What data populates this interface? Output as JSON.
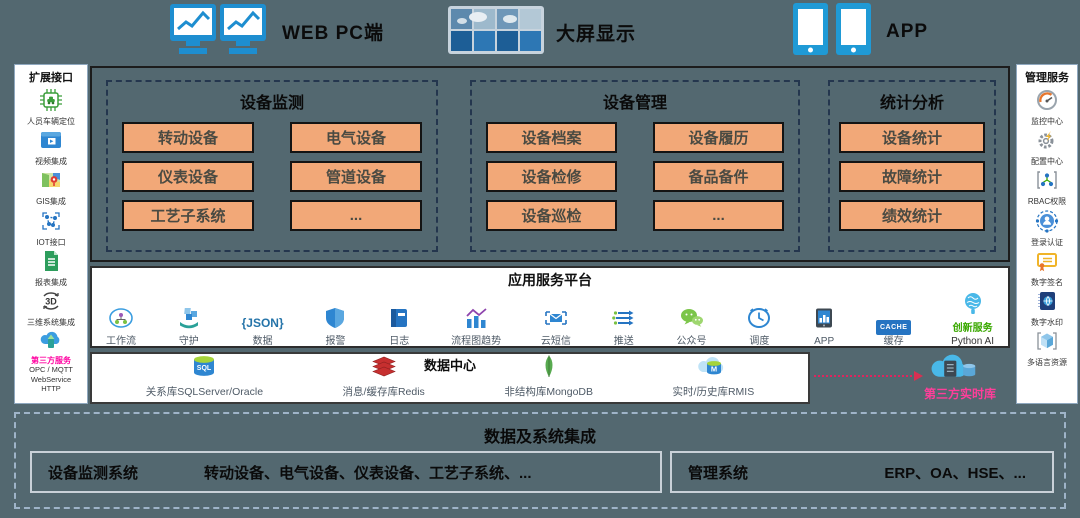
{
  "colors": {
    "background": "#536870",
    "chip_orange": "#f2a878",
    "highlight_pink": "#ff3e9a",
    "innovation_green": "#3aa800"
  },
  "top_clients": [
    {
      "label": "WEB PC端",
      "icon": "dual-monitor-icon"
    },
    {
      "label": "大屏显示",
      "icon": "video-wall-icon"
    },
    {
      "label": "APP",
      "icon": "dual-phone-icon"
    }
  ],
  "left_panel": {
    "title": "扩展接口",
    "items": [
      {
        "label": "人员车辆定位",
        "icon": "chip-vehicle-icon"
      },
      {
        "label": "视频集成",
        "icon": "video-icon"
      },
      {
        "label": "GIS集成",
        "icon": "map-icon"
      },
      {
        "label": "IOT接口",
        "icon": "iot-nodes-icon"
      },
      {
        "label": "报表集成",
        "icon": "report-icon"
      },
      {
        "label": "三维系统集成",
        "icon": "threed-icon"
      },
      {
        "label": "第三方服务",
        "lines": [
          "OPC / MQTT",
          "WebService",
          "HTTP"
        ],
        "icon": "cloud-upload-icon"
      }
    ]
  },
  "right_panel": {
    "title": "管理服务",
    "items": [
      {
        "label": "监控中心",
        "icon": "gauge-icon"
      },
      {
        "label": "配置中心",
        "icon": "gear-icon"
      },
      {
        "label": "RBAC权限",
        "icon": "hierarchy-icon"
      },
      {
        "label": "登录认证",
        "icon": "user-auth-icon"
      },
      {
        "label": "数字签名",
        "icon": "certificate-icon"
      },
      {
        "label": "数字水印",
        "icon": "watermark-icon"
      },
      {
        "label": "多语言资源",
        "icon": "cube-icon"
      }
    ]
  },
  "modules": [
    {
      "title": "设备监测",
      "items": [
        "转动设备",
        "电气设备",
        "仪表设备",
        "管道设备",
        "工艺子系统",
        "..."
      ]
    },
    {
      "title": "设备管理",
      "items": [
        "设备档案",
        "设备履历",
        "设备检修",
        "备品备件",
        "设备巡检",
        "..."
      ]
    },
    {
      "title": "统计分析",
      "items": [
        "设备统计",
        "故障统计",
        "绩效统计"
      ]
    }
  ],
  "platform": {
    "title": "应用服务平台",
    "services": [
      {
        "label": "工作流",
        "icon": "workflow-icon"
      },
      {
        "label": "守护",
        "icon": "guard-icon"
      },
      {
        "label": "数据",
        "icon_text": "{JSON}",
        "icon": "json-icon"
      },
      {
        "label": "报警",
        "icon": "shield-icon"
      },
      {
        "label": "日志",
        "icon": "log-book-icon"
      },
      {
        "label": "流程图趋势",
        "icon": "chart-trend-icon"
      },
      {
        "label": "云短信",
        "icon": "sms-icon"
      },
      {
        "label": "推送",
        "icon": "push-icon"
      },
      {
        "label": "公众号",
        "icon": "wechat-icon"
      },
      {
        "label": "调度",
        "icon": "clock-icon"
      },
      {
        "label": "APP",
        "icon": "tablet-icon"
      },
      {
        "label": "缓存",
        "icon_text": "CACHE",
        "icon": "cache-icon"
      },
      {
        "label": "创新服务",
        "label2": "Python AI",
        "icon": "ai-brain-icon"
      }
    ]
  },
  "datacenter": {
    "title": "数据中心",
    "stores": [
      {
        "label": "关系库SQLServer/Oracle",
        "icon_text": "SQL",
        "icon": "sql-db-icon"
      },
      {
        "label": "消息/缓存库Redis",
        "icon": "redis-icon"
      },
      {
        "label": "非结构库MongoDB",
        "icon": "mongodb-icon"
      },
      {
        "label": "实时/历史库RMIS",
        "icon_text": "M",
        "icon": "rmis-cloud-icon"
      }
    ],
    "external": {
      "label": "第三方实时库",
      "icon": "cloud-server-icon"
    }
  },
  "integration": {
    "title": "数据及系统集成",
    "groups": [
      {
        "name": "设备监测系统",
        "detail": "转动设备、电气设备、仪表设备、工艺子系统、..."
      },
      {
        "name": "管理系统",
        "detail": "ERP、OA、HSE、..."
      }
    ]
  }
}
